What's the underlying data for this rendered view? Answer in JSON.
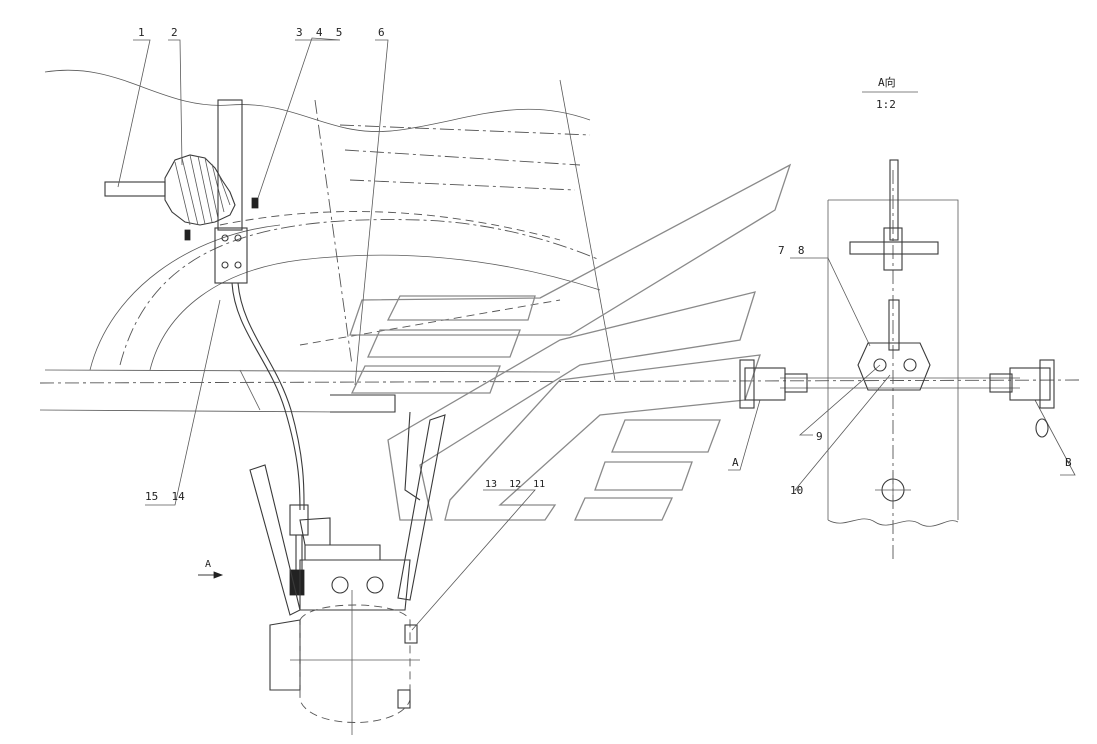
{
  "callouts": {
    "c1": "1",
    "c2": "2",
    "c345": "3  4  5",
    "c6": "6",
    "c78": "7  8",
    "c9": "9",
    "c10": "10",
    "c111213": "13  12  11",
    "c1514": "15  14",
    "cA": "A",
    "cB": "B"
  },
  "view": {
    "title": "A向",
    "scale": "1:2",
    "arrow_label": "A"
  },
  "colors": {
    "line": "#3a3a3a",
    "logo": "#8a8a8a"
  }
}
